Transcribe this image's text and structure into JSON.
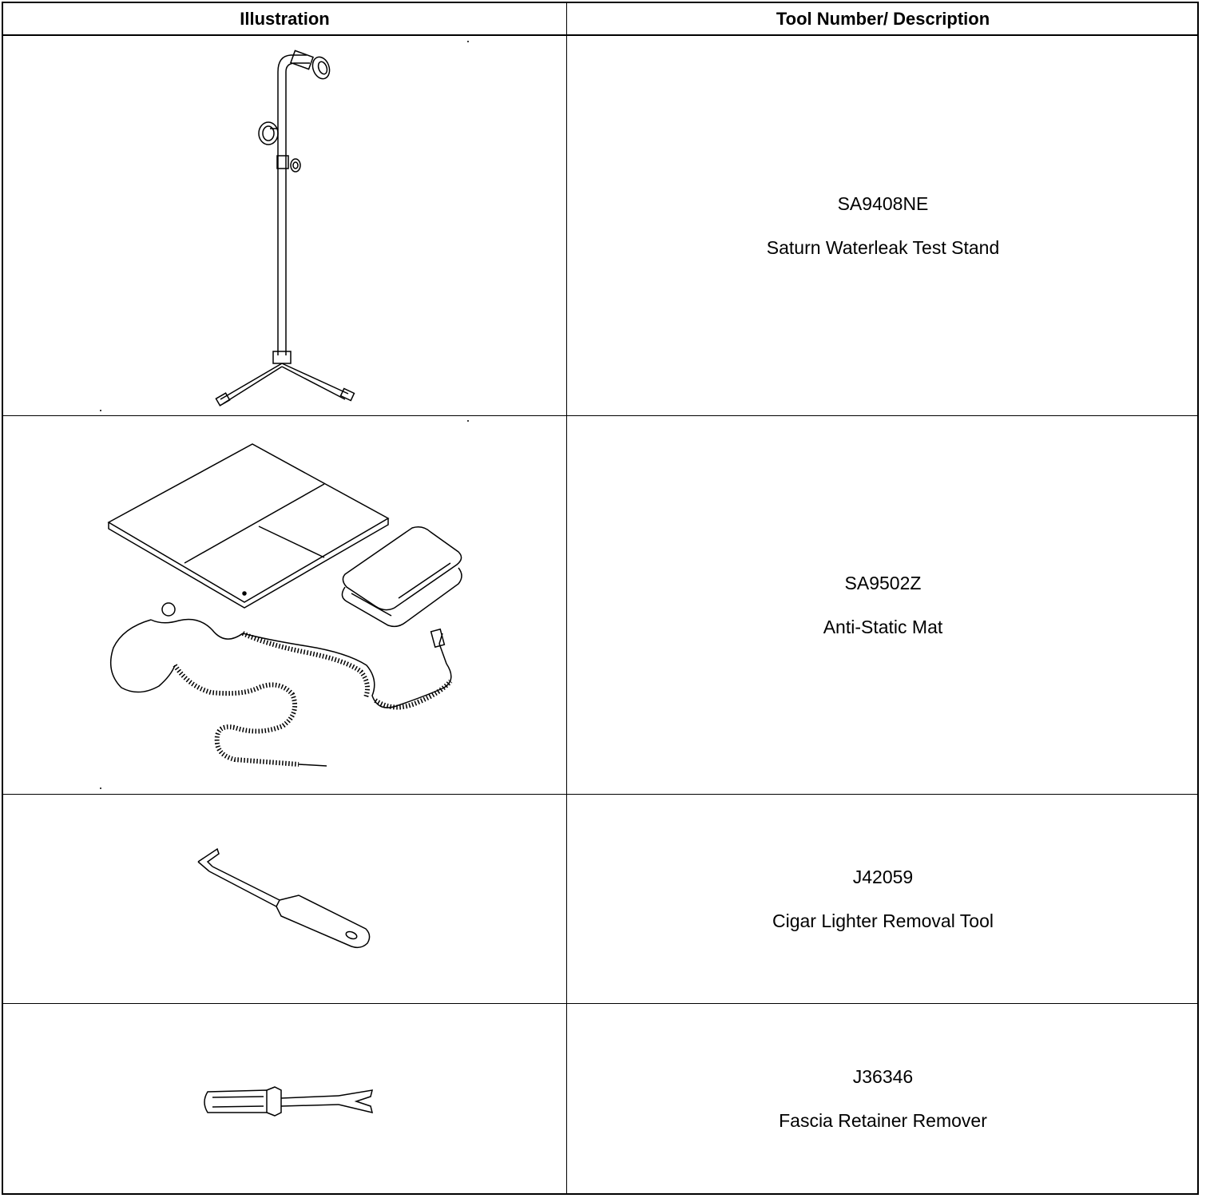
{
  "header": {
    "illustration": "Illustration",
    "tool": "Tool Number/ Description"
  },
  "rows": [
    {
      "number": "SA9408NE",
      "name": "Saturn Waterleak Test Stand",
      "icon": "test-stand-icon"
    },
    {
      "number": "SA9502Z",
      "name": "Anti-Static Mat",
      "icon": "anti-static-mat-icon"
    },
    {
      "number": "J42059",
      "name": "Cigar Lighter Removal Tool",
      "icon": "lighter-removal-tool-icon"
    },
    {
      "number": "J36346",
      "name": "Fascia Retainer Remover",
      "icon": "retainer-remover-icon"
    }
  ]
}
